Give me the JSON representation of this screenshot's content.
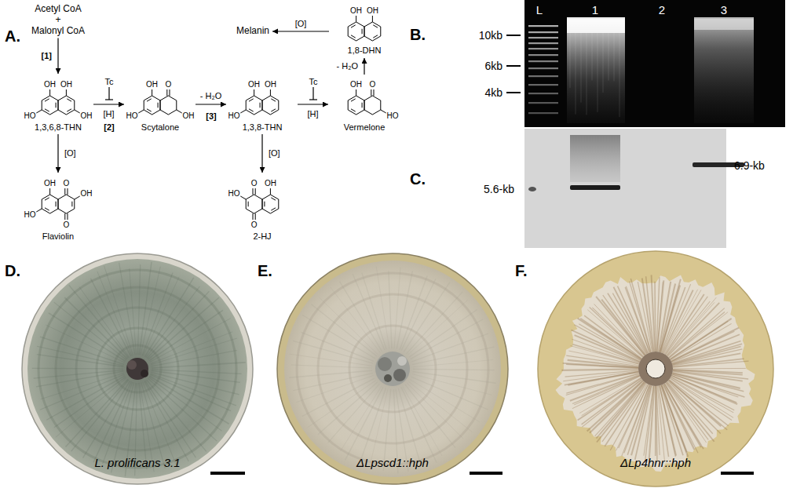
{
  "diagram": {
    "nodes": [
      {
        "text": [
          "Acetyl CoA",
          "+",
          "Malonyl CoA"
        ]
      },
      {
        "text": [
          "OH",
          "OH",
          "HO",
          "OH",
          "1,3,6,8-THN"
        ]
      },
      {
        "text": [
          "OH",
          "O",
          "HO",
          "OH",
          "Scytalone"
        ]
      },
      {
        "text": [
          "OH",
          "OH",
          "HO",
          "1,3,8-THN"
        ]
      },
      {
        "text": [
          "OH",
          "O",
          "HO",
          "Vermelone"
        ]
      },
      {
        "text": [
          "OH",
          "OH",
          "1,8-DHN"
        ]
      },
      {
        "text": [
          "Melanin"
        ]
      },
      {
        "text": [
          "OH",
          "O",
          "HO",
          "OH",
          "O",
          "Flaviolin"
        ]
      },
      {
        "text": [
          "O",
          "OH",
          "HO",
          "O",
          "2-HJ"
        ]
      }
    ],
    "edges": [
      {
        "from": 0,
        "to": 1,
        "arrow": "to",
        "label": "[1]"
      },
      {
        "from": 1,
        "to": 2,
        "arrow": "to",
        "label": "[H]"
      },
      {
        "from": 1,
        "to": 7,
        "arrow": "to",
        "label": "[O]"
      },
      {
        "from": 2,
        "to": 3,
        "arrow": "to",
        "label": "- H₂O"
      },
      {
        "from": 3,
        "to": 4,
        "arrow": "to",
        "label": "[H]"
      },
      {
        "from": 3,
        "to": 8,
        "arrow": "to",
        "label": "[O]"
      },
      {
        "from": 4,
        "to": 5,
        "arrow": "to",
        "label": "- H₂O"
      },
      {
        "from": 5,
        "to": 6,
        "arrow": "to",
        "label": "[O]"
      }
    ],
    "labels": [
      "A.",
      "Tc",
      "[2]",
      "[3]",
      "Tc",
      "B.",
      "L",
      "1",
      "2",
      "3",
      "10kb",
      "6kb",
      "4kb",
      "C.",
      "5.6-kb",
      "6.9-kb",
      "D.",
      "L. prolificans 3.1",
      "E.",
      "ΔLpscd1::hph",
      "F.",
      "ΔLp4hnr::hph"
    ]
  }
}
